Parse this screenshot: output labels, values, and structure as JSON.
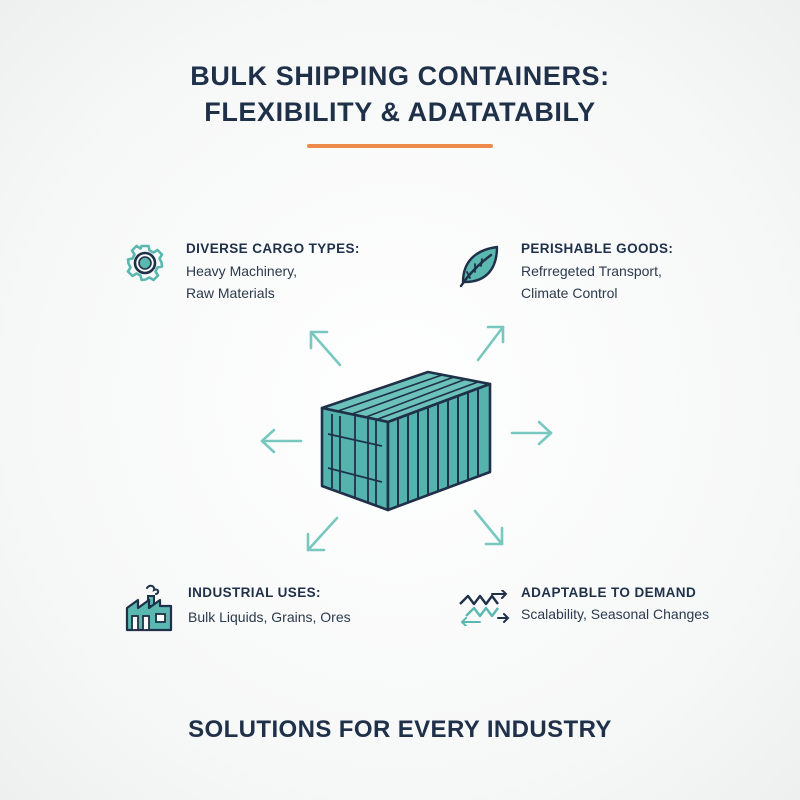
{
  "header": {
    "title_line1": "BULK SHIPPING CONTAINERS:",
    "title_line2": "FLEXIBILITY & ADATATABILY"
  },
  "features": {
    "cargo": {
      "icon": "gear-icon",
      "heading": "DIVERSE CARGO TYPES:",
      "line1": "Heavy Machinery,",
      "line2": "Raw Materials"
    },
    "perishable": {
      "icon": "leaf-icon",
      "heading": "PERISHABLE GOODS:",
      "line1": "Refrregeted Transport,",
      "line2": "Climate Control"
    },
    "industrial": {
      "icon": "factory-icon",
      "heading": "INDUSTRIAL USES:",
      "line1": "Bulk Liquids, Grains, Ores"
    },
    "adaptable": {
      "icon": "demand-flow-icon",
      "heading": "ADAPTABLE TO DEMAND",
      "line1": "Scalability, Seasonal Changes"
    }
  },
  "center": {
    "icon": "shipping-container-icon"
  },
  "footer": {
    "tagline": "SOLUTIONS FOR EVERY INDUSTRY"
  },
  "colors": {
    "title": "#1f3049",
    "accent": "#ee8a4a",
    "teal": "#5ab8b1",
    "container_fill": "#55b3ae",
    "arrow": "#78c8c0"
  }
}
